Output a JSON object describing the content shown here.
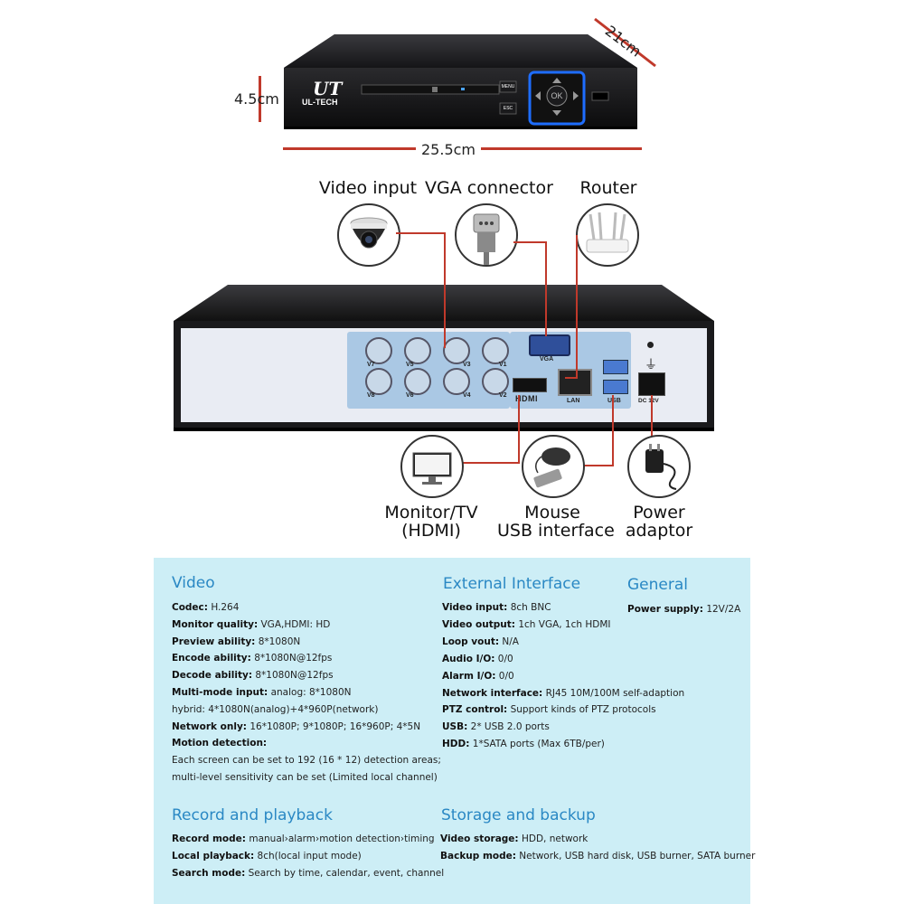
{
  "dimensions": {
    "depth": "21cm",
    "height": "4.5cm",
    "width": "25.5cm"
  },
  "front_panel": {
    "brand_logo": "UT",
    "brand_name": "UL-TECH",
    "menu_button": "MENU",
    "esc_button": "ESC",
    "ok_button": "OK"
  },
  "connections_top": [
    {
      "label": "Video input",
      "icon": "dome-camera-icon"
    },
    {
      "label": "VGA connector",
      "icon": "vga-plug-icon"
    },
    {
      "label": "Router",
      "icon": "router-icon"
    }
  ],
  "rear_panel": {
    "bnc_top": [
      "V7",
      "V5",
      "V3",
      "V1"
    ],
    "bnc_bottom": [
      "V8",
      "V6",
      "V4",
      "V2"
    ],
    "vga": "VGA",
    "hdmi": "HDMI",
    "lan": "LAN",
    "usb": "USB",
    "dc": "DC 12V"
  },
  "connections_bottom": [
    {
      "line1": "Monitor/TV",
      "line2": "(HDMI)",
      "icon": "monitor-icon"
    },
    {
      "line1": "Mouse",
      "line2": "USB interface",
      "icon": "mouse-usb-icon"
    },
    {
      "line1": "Power",
      "line2": "adaptor",
      "icon": "power-adaptor-icon"
    }
  ],
  "specs": {
    "video": {
      "title": "Video",
      "lines": [
        {
          "k": "Codec:",
          "v": "H.264"
        },
        {
          "k": "Monitor quality:",
          "v": "VGA,HDMI: HD"
        },
        {
          "k": "Preview ability:",
          "v": "8*1080N"
        },
        {
          "k": "Encode ability:",
          "v": "8*1080N@12fps"
        },
        {
          "k": "Decode ability:",
          "v": "8*1080N@12fps"
        },
        {
          "k": "Multi-mode input:",
          "v": "analog: 8*1080N"
        },
        {
          "k": "",
          "v": "hybrid: 4*1080N(analog)+4*960P(network)"
        },
        {
          "k": "Network only:",
          "v": "16*1080P; 9*1080P; 16*960P; 4*5N"
        },
        {
          "k": "Motion detection:",
          "v": ""
        },
        {
          "k": "",
          "v": "Each screen can be set to 192 (16 * 12) detection areas;"
        },
        {
          "k": "",
          "v": "multi-level sensitivity can be set (Limited local channel)"
        }
      ]
    },
    "external": {
      "title": "External Interface",
      "lines": [
        {
          "k": "Video input:",
          "v": "8ch BNC"
        },
        {
          "k": "Video output:",
          "v": "1ch VGA, 1ch HDMI"
        },
        {
          "k": "Loop vout:",
          "v": "N/A"
        },
        {
          "k": "Audio I/O:",
          "v": "0/0"
        },
        {
          "k": "Alarm I/O:",
          "v": "0/0"
        },
        {
          "k": "Network interface:",
          "v": "RJ45 10M/100M self-adaption"
        },
        {
          "k": "PTZ control:",
          "v": "Support kinds of PTZ protocols"
        },
        {
          "k": "USB:",
          "v": "2* USB 2.0 ports"
        },
        {
          "k": "HDD:",
          "v": "1*SATA ports (Max 6TB/per)"
        }
      ]
    },
    "general": {
      "title": "General",
      "lines": [
        {
          "k": "Power supply:",
          "v": "12V/2A"
        }
      ]
    },
    "record": {
      "title": "Record and playback",
      "lines": [
        {
          "k": "Record mode:",
          "v": "manual›alarm›motion detection›timing"
        },
        {
          "k": "Local playback:",
          "v": "8ch(local input mode)"
        },
        {
          "k": "Search mode:",
          "v": "Search by time, calendar, event, channel"
        }
      ]
    },
    "storage": {
      "title": "Storage and backup",
      "lines": [
        {
          "k": "Video storage:",
          "v": "HDD, network"
        },
        {
          "k": "Backup mode:",
          "v": "Network, USB hard disk, USB burner, SATA burner"
        }
      ]
    }
  }
}
